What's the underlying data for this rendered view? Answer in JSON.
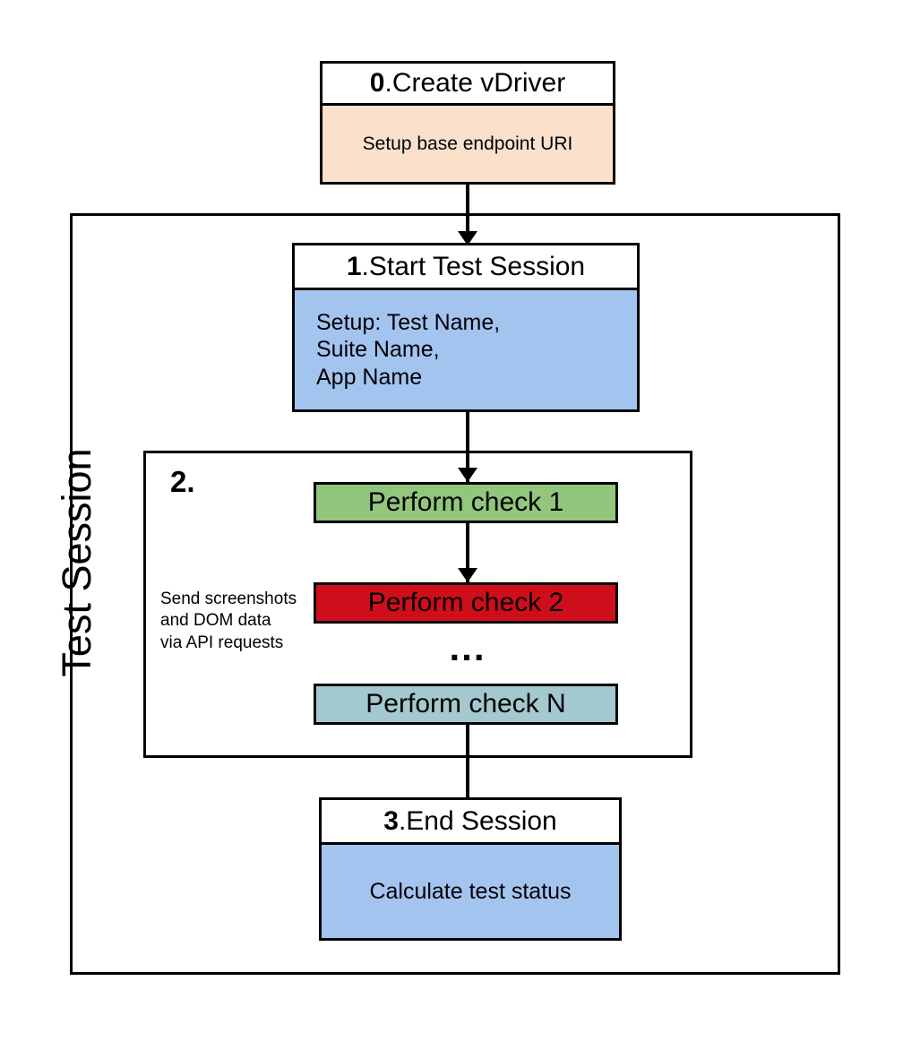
{
  "diagram": {
    "title_label": "Test Session",
    "steps": [
      {
        "number": "0",
        "number_suffix": ". ",
        "title": "Create vDriver",
        "body": "Setup base endpoint URI",
        "fill": "#FBE1CC"
      },
      {
        "number": "1",
        "number_suffix": ". ",
        "title": "Start Test Session",
        "body": "Setup: Test Name,\nSuite Name,\nApp Name",
        "fill": "#A4C4F0"
      },
      {
        "number": "2",
        "number_suffix": ".",
        "title": "",
        "body": "",
        "fill": "#FFFFFF"
      },
      {
        "number": "3",
        "number_suffix": ". ",
        "title": "End Session",
        "body": "Calculate test status",
        "fill": "#A4C4F0"
      }
    ],
    "checks": [
      {
        "label": "Perform check 1",
        "fill": "#92C67D"
      },
      {
        "label": "Perform check 2",
        "fill": "#CE0E1B"
      },
      {
        "label": "Perform check N",
        "fill": "#A4C8CF"
      }
    ],
    "ellipsis": "...",
    "side_note": "Send screenshots\nand DOM data\nvia API requests",
    "colors": {
      "stroke": "#000000",
      "background": "#FFFFFF",
      "peach": "#FBE1CC",
      "blue": "#A4C4F0",
      "green": "#92C67D",
      "red": "#CE0E1B",
      "teal": "#A4C8CF"
    }
  }
}
